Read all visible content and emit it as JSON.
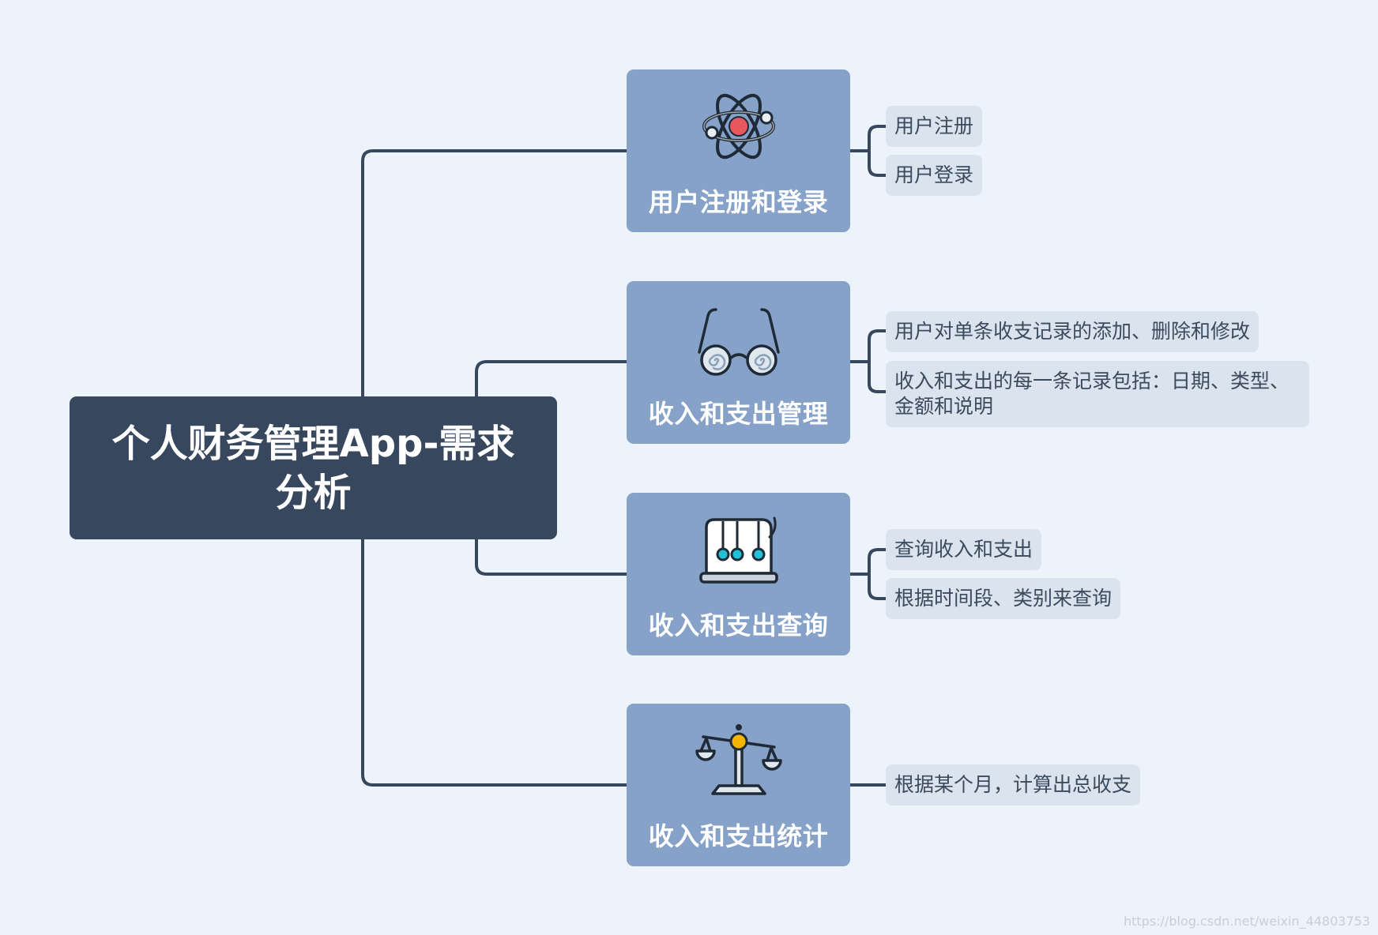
{
  "root": {
    "title": "个人财务管理App-需求分析"
  },
  "branches": [
    {
      "title": "用户注册和登录",
      "icon": "atom-icon",
      "leaves": [
        "用户注册",
        "用户登录"
      ]
    },
    {
      "title": "收入和支出管理",
      "icon": "glasses-icon",
      "leaves": [
        "用户对单条收支记录的添加、删除和修改",
        "收入和支出的每一条记录包括：日期、类型、金额和说明"
      ]
    },
    {
      "title": "收入和支出查询",
      "icon": "newton-cradle-icon",
      "leaves": [
        "查询收入和支出",
        "根据时间段、类别来查询"
      ]
    },
    {
      "title": "收入和支出统计",
      "icon": "balance-scale-icon",
      "leaves": [
        "根据某个月，计算出总收支"
      ]
    }
  ],
  "colors": {
    "background": "#edf3fa",
    "root": "#37475e",
    "branch": "#87a2c9",
    "leaf": "#dbe4ee",
    "line": "#37475e",
    "atom_core": "#e8575d",
    "cradle_ball": "#1fc2d6",
    "scale_pivot": "#f4b400"
  },
  "watermark": "https://blog.csdn.net/weixin_44803753"
}
